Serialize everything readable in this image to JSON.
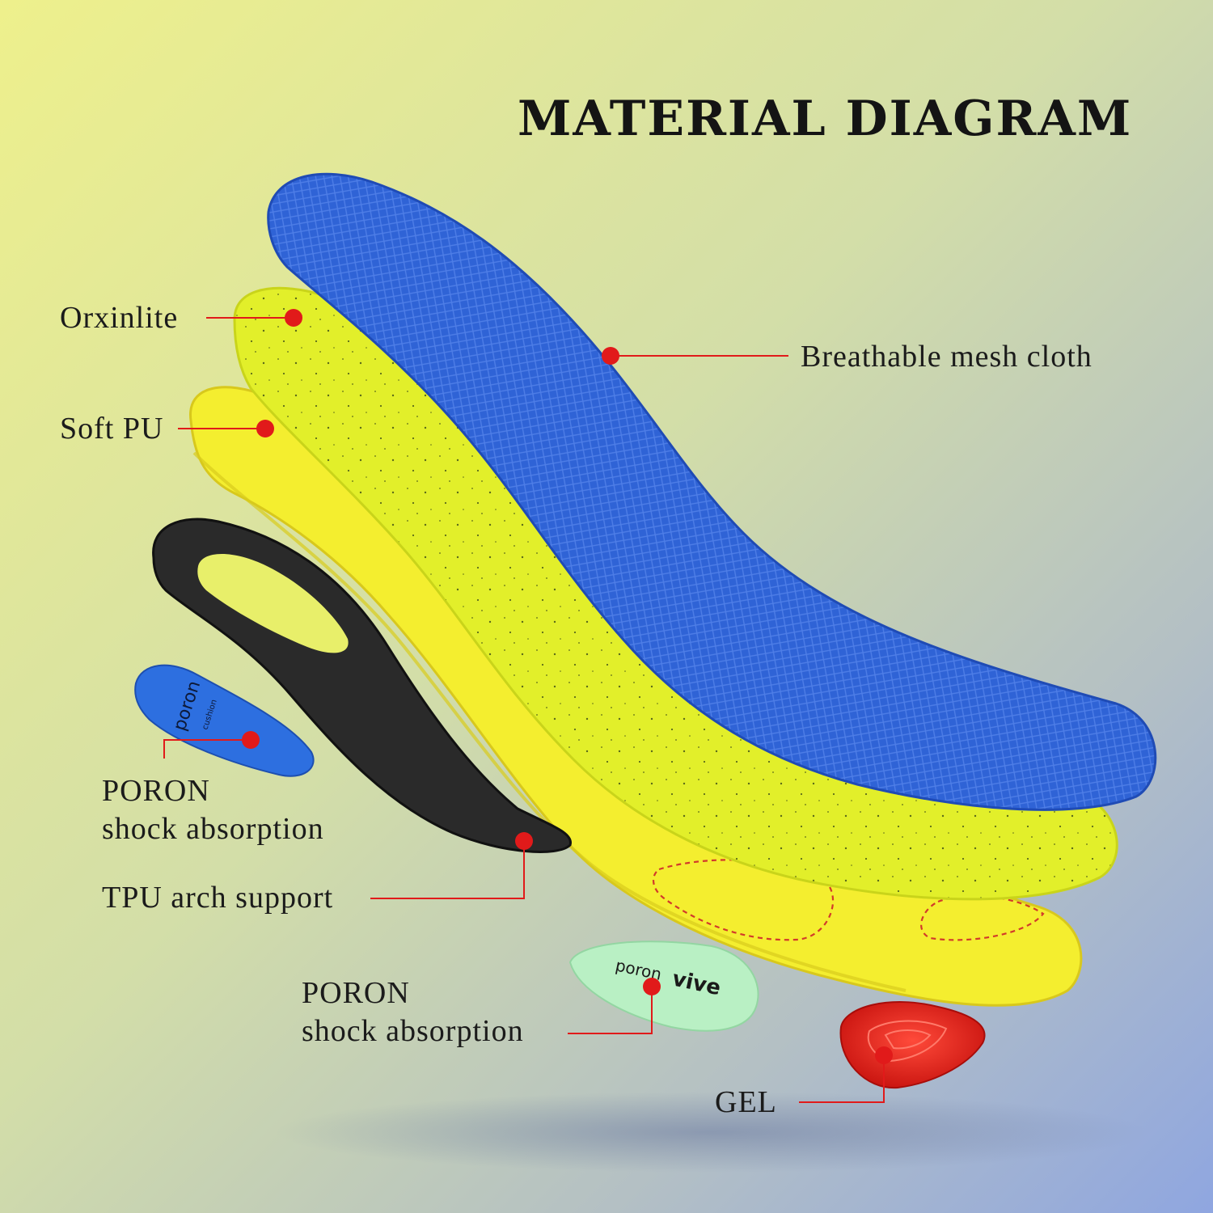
{
  "title": "MATERIAL DIAGRAM",
  "labels": {
    "orxinlite": "Orxinlite",
    "soft_pu": "Soft PU",
    "breathable_mesh": "Breathable mesh cloth",
    "poron_left_line1": "PORON",
    "poron_left_line2": "shock absorption",
    "tpu_arch": "TPU arch support",
    "poron_mid_line1": "PORON",
    "poron_mid_line2": "shock absorption",
    "gel": "GEL"
  },
  "pad_marks": {
    "left_pad_brand": "poron",
    "left_pad_sub": "cushion",
    "mid_pad_brand": "poron",
    "mid_pad_sub": "vive"
  },
  "colors": {
    "callout": "#e11a1a",
    "mesh_blue": "#2f63d6",
    "orxinlite_lime": "#e2ef2a",
    "soft_pu_yellow": "#f4ee2f",
    "tpu_black": "#2a2a2a",
    "gel_red": "#e8231d",
    "poron_green": "#b9f0c4"
  }
}
